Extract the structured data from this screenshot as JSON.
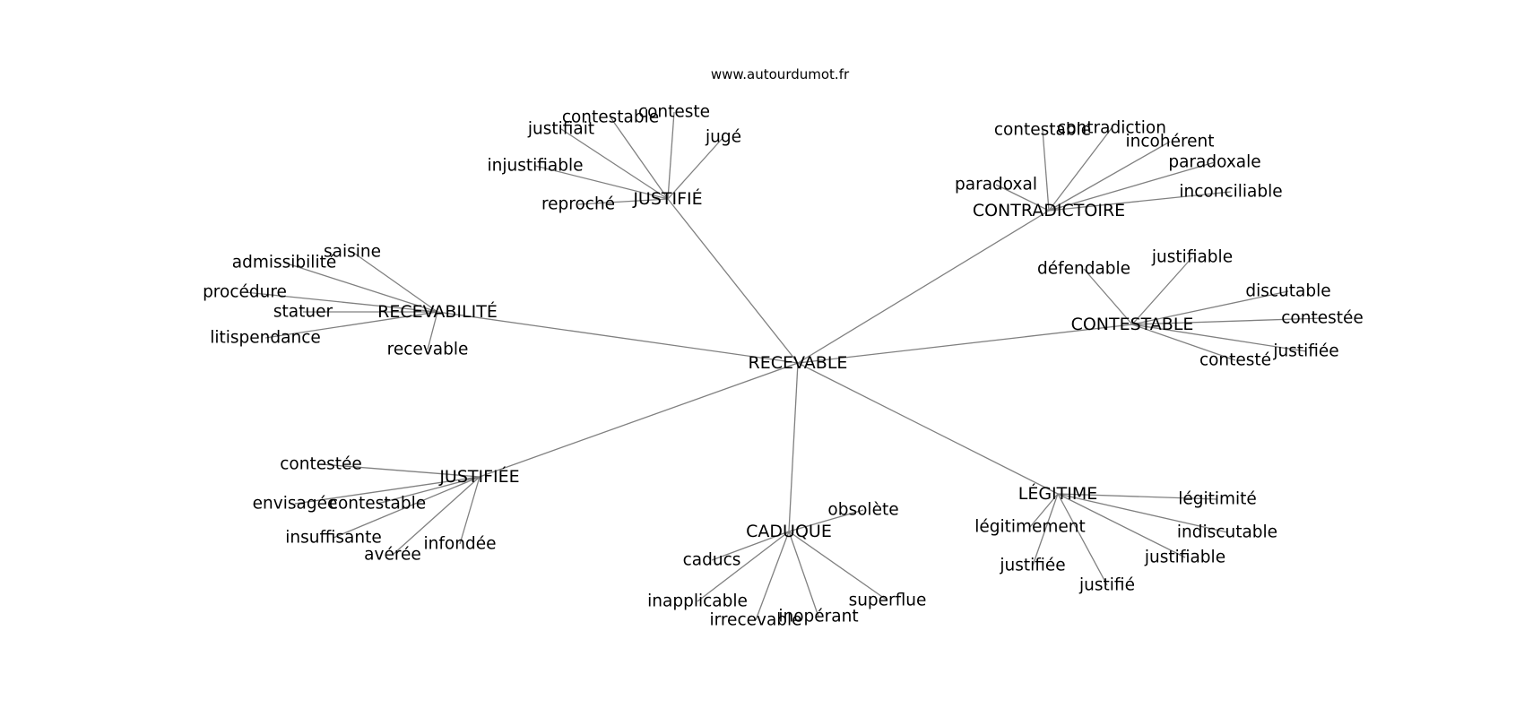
{
  "source": "www.autourdumot.fr",
  "root": "RECEVABLE",
  "hubs": [
    {
      "id": "justifie",
      "label": "JUSTIFIÉ",
      "words": [
        "conteste",
        "contestable",
        "justifiait",
        "jugé",
        "injustifiable",
        "reproché"
      ]
    },
    {
      "id": "contradictoire",
      "label": "CONTRADICTOIRE",
      "words": [
        "contestable",
        "contradiction",
        "incohérent",
        "paradoxale",
        "paradoxal",
        "inconciliable"
      ]
    },
    {
      "id": "recevabilite",
      "label": "RECEVABILITÉ",
      "words": [
        "saisine",
        "admissibilité",
        "procédure",
        "statuer",
        "litispendance",
        "recevable"
      ]
    },
    {
      "id": "contestable",
      "label": "CONTESTABLE",
      "words": [
        "défendable",
        "justifiable",
        "discutable",
        "contestée",
        "justifiée",
        "contesté"
      ]
    },
    {
      "id": "justifiee",
      "label": "JUSTIFIÉE",
      "words": [
        "contestée",
        "envisagée",
        "contestable",
        "insuffisante",
        "avérée",
        "infondée"
      ]
    },
    {
      "id": "caduque",
      "label": "CADUQUE",
      "words": [
        "obsolète",
        "caducs",
        "inapplicable",
        "irrecevable",
        "inopérant",
        "superflue"
      ]
    },
    {
      "id": "legitime",
      "label": "LÉGITIME",
      "words": [
        "légitimité",
        "légitimement",
        "indiscutable",
        "justifiable",
        "justifiée",
        "justifié"
      ]
    }
  ]
}
